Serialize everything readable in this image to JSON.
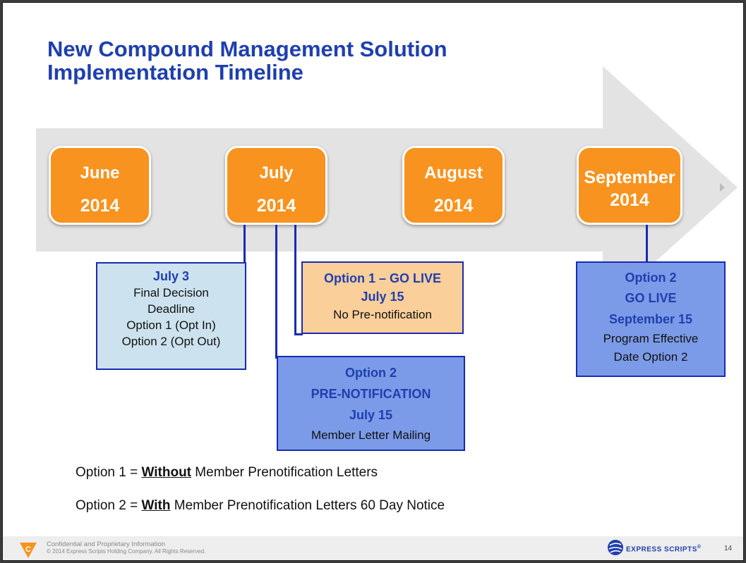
{
  "title": {
    "line1": "New Compound Management Solution",
    "line2": "Implementation Timeline"
  },
  "months": [
    {
      "month": "June",
      "year": "2014"
    },
    {
      "month": "July",
      "year": "2014"
    },
    {
      "month": "August",
      "year": "2014"
    },
    {
      "month": "September",
      "year": "2014"
    }
  ],
  "events": {
    "july3": {
      "date": "July 3",
      "lines": [
        "Final Decision",
        "Deadline",
        "Option 1 (Opt In)",
        "Option 2 (Opt Out)"
      ]
    },
    "option1_golive": {
      "heading": "Option 1 – GO LIVE",
      "date": "July 15",
      "note": "No Pre-notification"
    },
    "option2_prenotification": {
      "heading": "Option 2",
      "subheading": "PRE-NOTIFICATION",
      "date": "July 15",
      "note": "Member Letter Mailing"
    },
    "option2_golive": {
      "heading": "Option 2",
      "subheading": "GO LIVE",
      "date": "September 15",
      "lines": [
        "Program Effective",
        "Date Option 2"
      ]
    }
  },
  "legend": {
    "option1": {
      "prefix": "Option 1 = ",
      "emphasis": "Without",
      "suffix": " Member Prenotification Letters"
    },
    "option2": {
      "prefix": "Option 2 = ",
      "emphasis": "With",
      "suffix": " Member Prenotification Letters 60 Day Notice"
    }
  },
  "footer": {
    "confidential": "Confidential and Proprietary Information",
    "copyright": "© 2014 Express Scripts Holding Company. All Rights Reserved.",
    "brand": "EXPRESS SCRIPTS",
    "brand_mark": "®",
    "page": "14"
  },
  "colors": {
    "title_blue": "#1f3fae",
    "month_orange": "#f7931e",
    "light_blue_box": "#cde2ef",
    "peach_box": "#fbcf9a",
    "mid_blue_box": "#7b9be8",
    "arrow_gray": "#e3e3e3"
  }
}
